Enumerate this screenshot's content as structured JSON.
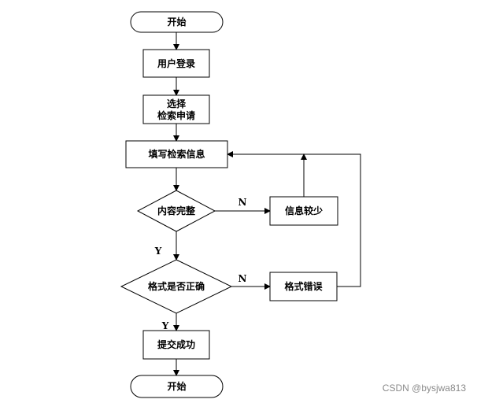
{
  "nodes": {
    "start": "开始",
    "login": "用户登录",
    "select_line1": "选择",
    "select_line2": "检索申请",
    "fill_info": "填写检索信息",
    "content_complete": "内容完整",
    "info_less": "信息较少",
    "format_check": "格式是否正确",
    "format_error": "格式错误",
    "submit": "提交成功",
    "end": "开始"
  },
  "branches": {
    "complete_no": "N",
    "complete_yes": "Y",
    "format_no": "N",
    "format_yes": "Y"
  },
  "watermark": "CSDN @bysjwa813"
}
